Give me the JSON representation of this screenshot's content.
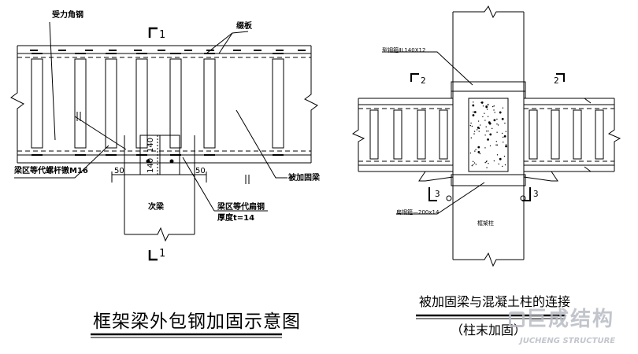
{
  "left": {
    "labels": {
      "angle_steel": "受力角钢",
      "batten": "缀板",
      "bolt": "梁区等代螺杆镦M16",
      "secondary_beam": "次梁",
      "flat_steel_line1": "梁区等代扁钢",
      "flat_steel_line2": "厚度t=14",
      "reinforced_beam": "被加固梁"
    },
    "dims": {
      "d140_top": "140",
      "d140_bottom": "140",
      "d50_left": "50",
      "d50_right": "50"
    },
    "section_mark": "1",
    "title": "框架梁外包钢加固示意图"
  },
  "right": {
    "labels": {
      "angle": "型钢箍ⅡL140X12",
      "flat_steel": "扁钢箍—200x14",
      "column": "框架柱"
    },
    "section_marks": {
      "s2": "2",
      "s3": "3"
    },
    "title_line1": "被加固梁与混凝土柱的连接",
    "title_line2": "（柱末加固）"
  },
  "watermark": {
    "cn": "巨成结构",
    "en": "JUCHENG STRUCTURE"
  }
}
